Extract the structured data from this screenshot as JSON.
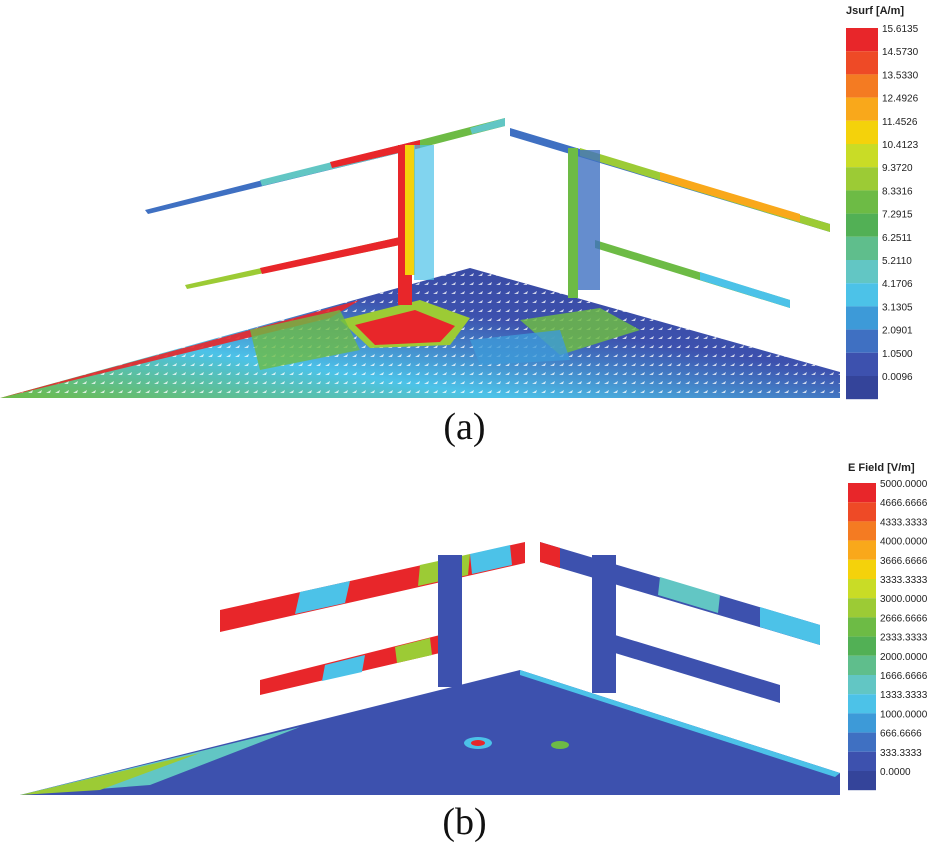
{
  "panel_a": {
    "caption": "(a)",
    "legend_title": "Jsurf [A/m]",
    "legend_ticks": [
      "15.6135",
      "14.5730",
      "13.5330",
      "12.4926",
      "11.4526",
      "10.4123",
      "9.3720",
      "8.3316",
      "7.2915",
      "6.2511",
      "5.2110",
      "4.1706",
      "3.1305",
      "2.0901",
      "1.0500",
      "0.0096"
    ]
  },
  "panel_b": {
    "caption": "(b)",
    "legend_title": "E Field [V/m]",
    "legend_ticks": [
      "5000.0000",
      "4666.6666",
      "4333.3333",
      "4000.0000",
      "3666.6666",
      "3333.3333",
      "3000.0000",
      "2666.6666",
      "2333.3333",
      "2000.0000",
      "1666.6666",
      "1333.3333",
      "1000.0000",
      "666.6666",
      "333.3333",
      "0.0000"
    ]
  },
  "colors": {
    "scale": [
      "#e8262a",
      "#ee4a26",
      "#f47b22",
      "#f9a81b",
      "#f4d20b",
      "#c9dc26",
      "#9ccb35",
      "#6dbb45",
      "#52b055",
      "#5fbe8c",
      "#62c6c4",
      "#4cc2e8",
      "#3d9ad8",
      "#3f70c2",
      "#3d51ae",
      "#34449a"
    ]
  }
}
